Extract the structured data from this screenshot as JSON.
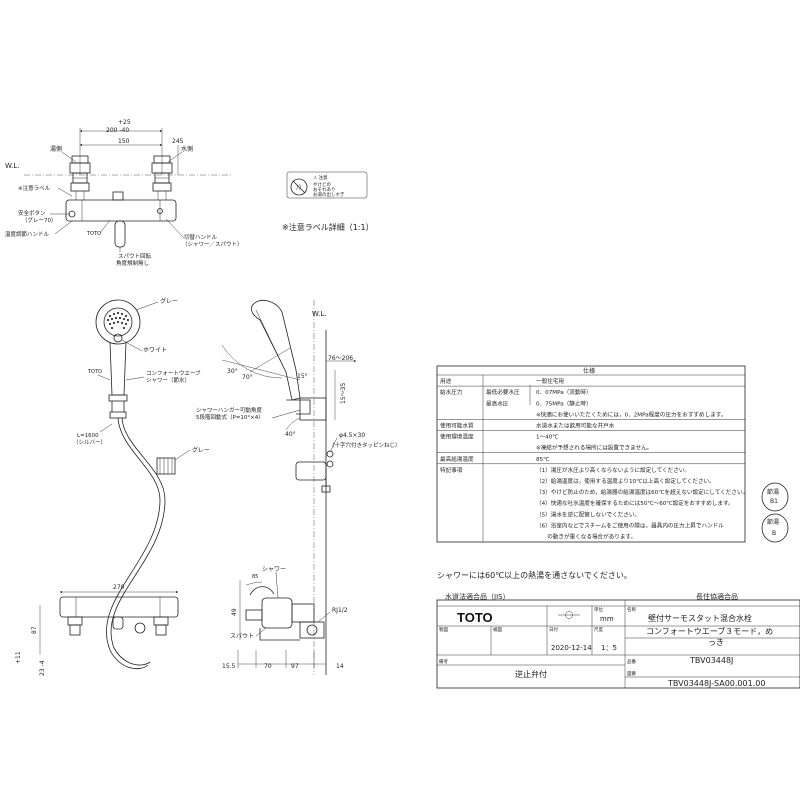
{
  "top_view": {
    "dim_top": "+25",
    "dim_200": "200 -40",
    "dim_150": "150",
    "dim_245": "245",
    "hot_side": "湯側",
    "cold_side": "水側",
    "wl": "W.L.",
    "caution_label": "※注意ラベル",
    "safety_button": "安全ボタン\n（グレー70）",
    "temp_handle": "温度調節ハンドル",
    "toto_small": "TOTO",
    "spout_rotation": "スパウト回転\n角度規制無し",
    "switch_handle": "切替ハンドル\n（シャワー／スパウト）"
  },
  "caution_detail": {
    "caption": "※注意ラベル詳細（1:1）",
    "head": "⚠ 注意",
    "body": "やけどの\nおそれあり\nお湯の出しすぎ"
  },
  "shower_head": {
    "gray": "グレー",
    "white": "ホワイト",
    "toto": "TOTO",
    "name": "コンフォートウエーブ\nシャワー（節水）",
    "hose": "L=1600\n（シルバー）",
    "gray2": "グレー"
  },
  "side_view": {
    "wl": "W.L.",
    "dim_76_206": "76～206",
    "angle_15": "15°",
    "angle_a": "30°",
    "angle_b": "70°",
    "dim_15_35": "15～35",
    "hanger": "シャワーハンガー可動角度\n5段階回動式（P=10°×4）",
    "hanger_40": "40°",
    "phi": "φ4.5×30",
    "screw": "（十字穴付きタッピンねじ）"
  },
  "bottom_view": {
    "dim_270": "270",
    "dim_87": "87",
    "dim_11": "+11",
    "dim_23": "23 -4",
    "dim_85": "85",
    "shower": "シャワー",
    "spout": "スパウト",
    "rj": "RJ1/2",
    "dim_49": "49",
    "dim_155": "15.5",
    "dim_70": "70",
    "dim_97": "97",
    "dim_14": "14"
  },
  "spec": {
    "title": "仕様",
    "rows": [
      {
        "label": "用途",
        "sub": "",
        "value": "一般住宅用"
      },
      {
        "label": "給水圧力",
        "sub": "最低必要水圧",
        "value": "0．07MPa（流動時）"
      },
      {
        "label": "",
        "sub": "最高水圧",
        "value": "0．75MPa（静止時）"
      },
      {
        "label": "",
        "sub": "",
        "value": "※快適にお使いいただくためには，0．2MPa程度の圧力をおすすめします。"
      },
      {
        "label": "使用可能水質",
        "sub": "",
        "value": "水道水または飲用可能な井戸水"
      },
      {
        "label": "使用環境温度",
        "sub": "",
        "value": "1～40℃"
      },
      {
        "label": "",
        "sub": "",
        "value": "※凍結が予想される場所には設置できません。"
      },
      {
        "label": "最高給湯温度",
        "sub": "",
        "value": "85℃"
      },
      {
        "label": "特記事項",
        "sub": "",
        "value": "（1）湯圧が水圧より高くならないように設定してください。"
      },
      {
        "label": "",
        "sub": "",
        "value": "（2）給湯温度は，使用する温度より10℃以上高く設定してください。"
      },
      {
        "label": "",
        "sub": "",
        "value": "（3）やけど防止のため，給湯器の給湯温度は60℃を超えない設定にしてください。"
      },
      {
        "label": "",
        "sub": "",
        "value": "（4）快適な吐水温度を確保するためには50℃～60℃設定をおすすめします。"
      },
      {
        "label": "",
        "sub": "",
        "value": "（5）湯水を逆に配管しないでください。"
      },
      {
        "label": "",
        "sub": "",
        "value": "（6）浴室内などでスチームをご使用の際は，器具内の圧力上昇でハンドル"
      },
      {
        "label": "",
        "sub": "",
        "value": "　　の動きが重くなる場合があります。"
      }
    ]
  },
  "stamps": {
    "a1": "節湯",
    "a2": "B1",
    "b1": "節湯",
    "b2": "B"
  },
  "warning": "シャワーには60℃以上の熱湯を通さないでください。",
  "title_block": {
    "jis": "水道法適合品（JIS）",
    "longlife": "長住協適合品",
    "logo": "TOTO",
    "unit_label": "単位",
    "unit": "mm",
    "name_label": "名称",
    "name1": "壁付サーモスタット混合水栓",
    "name2": "コンフォートウエーブ３モード，め",
    "name3": "っき",
    "drawn_label": "製図",
    "checked_label": "検図",
    "date_label": "日付",
    "date": "2020-12-14",
    "scale_label": "尺度",
    "scale": "1：5",
    "model_label": "品番",
    "model": "TBV03448J",
    "remarks_label": "備考",
    "remarks": "逆止弁付",
    "drawing_label": "図番",
    "drawing_no": "TBV03448J-SA00.001.00"
  }
}
